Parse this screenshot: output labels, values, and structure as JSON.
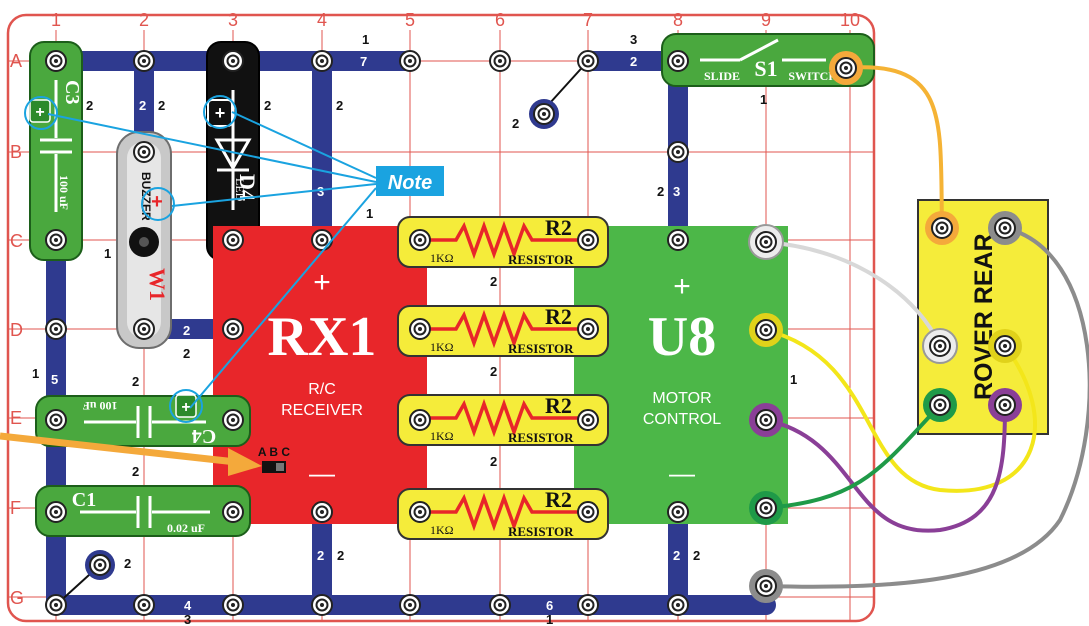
{
  "columns": [
    "1",
    "2",
    "3",
    "4",
    "5",
    "6",
    "7",
    "8",
    "9",
    "10"
  ],
  "rows": [
    "A",
    "B",
    "C",
    "D",
    "E",
    "F",
    "G"
  ],
  "wire_numbers": {
    "top1": "1",
    "top7": "7",
    "top3": "3",
    "top2": "2",
    "c4v": "3",
    "c8v": "3",
    "c8v_side": "2",
    "a2v": "2",
    "a2v_side": "2",
    "a4v": "2",
    "c1_side": "2",
    "c3_side": "2",
    "buzzer_side": "1",
    "c4_out": "1",
    "b7_label": "2",
    "b7_sub": "1",
    "d2h": "2",
    "d2h_below": "2",
    "c1v_side": "1",
    "c1v": "5",
    "e2_above": "2",
    "f2_above": "2",
    "g1_label": "1",
    "g1_sub": "2",
    "r2_mid1": "2",
    "r2_mid2": "2",
    "r2_mid3": "2",
    "g2h": "4",
    "g3_below": "3",
    "g6h": "6",
    "g6_below": "1",
    "f4v": "2",
    "f4_side": "2",
    "f8v": "2",
    "f8_side": "2",
    "u8_right": "1",
    "s1_below": "1"
  },
  "parts": {
    "c3": {
      "name": "C3",
      "value": "100 uF"
    },
    "c4": {
      "name": "C4",
      "value": "100 uF"
    },
    "c1": {
      "name": "C1",
      "value": "0.02 uF"
    },
    "buzzer": {
      "name": "W1",
      "label": "BUZZER"
    },
    "led": {
      "name": "D4",
      "label": "LED"
    },
    "rx1": {
      "name": "RX1",
      "line1": "R/C",
      "line2": "RECEIVER",
      "switch": "A B C",
      "plus": "+",
      "minus": "—"
    },
    "u8": {
      "name": "U8",
      "line1": "MOTOR",
      "line2": "CONTROL",
      "plus": "+",
      "minus": "—"
    },
    "resistors": [
      {
        "name": "R2",
        "value": "1KΩ",
        "label": "RESISTOR"
      },
      {
        "name": "R2",
        "value": "1KΩ",
        "label": "RESISTOR"
      },
      {
        "name": "R2",
        "value": "1KΩ",
        "label": "RESISTOR"
      },
      {
        "name": "R2",
        "value": "1KΩ",
        "label": "RESISTOR"
      }
    ],
    "s1": {
      "name": "S1",
      "label1": "SLIDE",
      "label2": "SWITCH"
    },
    "rover": {
      "label": "ROVER REAR"
    }
  },
  "note": "Note",
  "colors": {
    "board_grid": "#e0554f",
    "wire_blue": "#2f3a8f",
    "green_part": "#4aa83e",
    "red_module": "#e8262a",
    "green_module": "#4cb748",
    "yellow_part": "#f5ec3a",
    "note_blue": "#1aa3e0",
    "arrow_orange": "#f4a93b",
    "lead_orange": "#f5b335",
    "lead_white": "#d8d8d8",
    "lead_yellow": "#f3e61a",
    "lead_purple": "#8a3f97",
    "lead_green": "#1f9a48",
    "lead_gray": "#8c8c8c"
  }
}
